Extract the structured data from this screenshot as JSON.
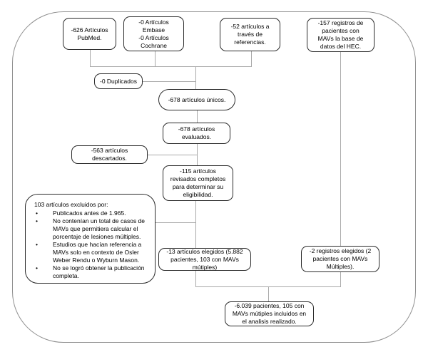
{
  "diagram": {
    "title_semantic": "Flujograma de seleccion de articulos y registros (MAVs)",
    "colors": {
      "box_border": "#2b2b2b",
      "connector": "#a9a9a9",
      "outer_border": "#8f8f8f",
      "background": "#ffffff",
      "text": "#000000"
    },
    "boxes": {
      "pubmed": {
        "text": "-626 Artículos\nPubMed."
      },
      "embase_cochrane": {
        "text": "-0 Artículos\nEmbase\n-0 Artículos\nCochrane"
      },
      "referencias": {
        "text": "-52 artículos a\ntravés de\nreferencias."
      },
      "hec": {
        "text": "-157 registros de\npacientes con\nMAVs la base de\ndatos del HEC."
      },
      "duplicados": {
        "text": "-0 Duplicados"
      },
      "unicos": {
        "text": "-678 artículos únicos."
      },
      "evaluados": {
        "text": "-678 artículos\nevaluados."
      },
      "descartados": {
        "text": "-563 artículos\ndescartados."
      },
      "revisados": {
        "text": "-115 artículos\nrevisados completos\npara determinar su\neligibilidad."
      },
      "excluidos": {
        "title": "103 artículos excluidos por:",
        "bullet_char": "•",
        "bullets": [
          "Publicados antes de 1.965.",
          "No contenían un total de casos de\nMAVs que permitiera calcular el\nporcentaje de lesiones múltiples.",
          "Estudios que hacían referencia a\nMAVs solo en contexto de Osler\nWeber Rendu o Wyburn Mason.",
          "No se logró obtener la publicación\ncompleta."
        ]
      },
      "articulos_elegidos": {
        "text": "-13 artículos elegidos (5.882\npacientes, 103 con MAVs\nmútiples)"
      },
      "registros_elegidos": {
        "text": "-2 registros elegidos (2\npacientes con MAVs\nMúltiples)."
      },
      "incluidos": {
        "text": "-6.039 pacientes, 105 con\nMAVs mútiples incluidos en\nel analisis realizado."
      }
    }
  }
}
